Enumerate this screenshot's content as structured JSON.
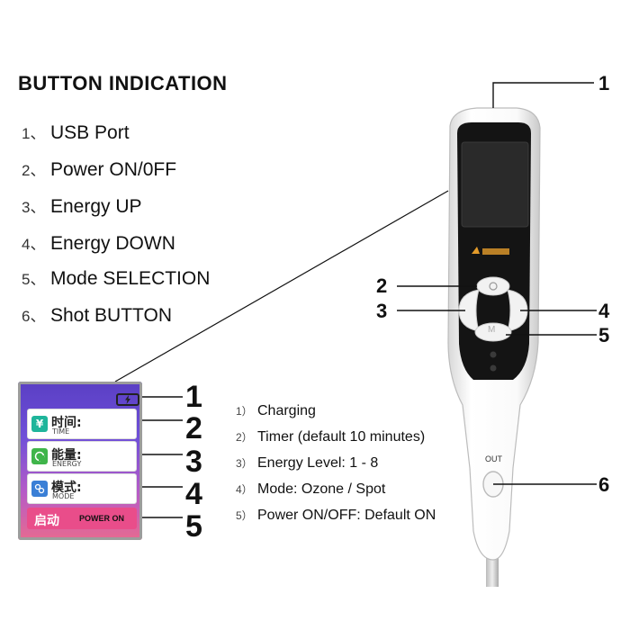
{
  "title": "BUTTON INDICATION",
  "buttons": [
    {
      "num": "1、",
      "label": "USB Port"
    },
    {
      "num": "2、",
      "label": "Power ON/0FF"
    },
    {
      "num": "3、",
      "label": "Energy UP"
    },
    {
      "num": "4、",
      "label": "Energy DOWN"
    },
    {
      "num": "5、",
      "label": "Mode SELECTION"
    },
    {
      "num": "6、",
      "label": "Shot BUTTON"
    }
  ],
  "screen": {
    "time_cn": "时间:",
    "time_en": "TIME",
    "energy_cn": "能量:",
    "energy_en": "ENERGY",
    "mode_cn": "模式:",
    "mode_en": "MODE",
    "power_cn": "启动",
    "power_en": "POWER ON",
    "callouts": [
      "1",
      "2",
      "3",
      "4",
      "5"
    ]
  },
  "screen_functions": [
    {
      "num": "1）",
      "label": "Charging"
    },
    {
      "num": "2）",
      "label": "Timer (default 10 minutes)"
    },
    {
      "num": "3）",
      "label": "Energy Level: 1 - 8"
    },
    {
      "num": "4）",
      "label": "Mode: Ozone / Spot"
    },
    {
      "num": "5）",
      "label": "Power ON/OFF: Default ON"
    }
  ],
  "device": {
    "button_mode_letter": "M",
    "out_label": "OUT",
    "callouts": [
      "1",
      "2",
      "3",
      "4",
      "5",
      "6"
    ]
  },
  "colors": {
    "screen_top": "#5a3fc4",
    "screen_bottom": "#e66a90",
    "power_bar": "#e94d8a",
    "time_icon": "#1fb59b",
    "energy_icon": "#3fb54a",
    "mode_icon": "#3a7fd6",
    "logo": "#e39b2a"
  },
  "icons": [
    "lightning-icon",
    "yen-icon",
    "energy-icon",
    "mode-icon",
    "power-icon"
  ]
}
